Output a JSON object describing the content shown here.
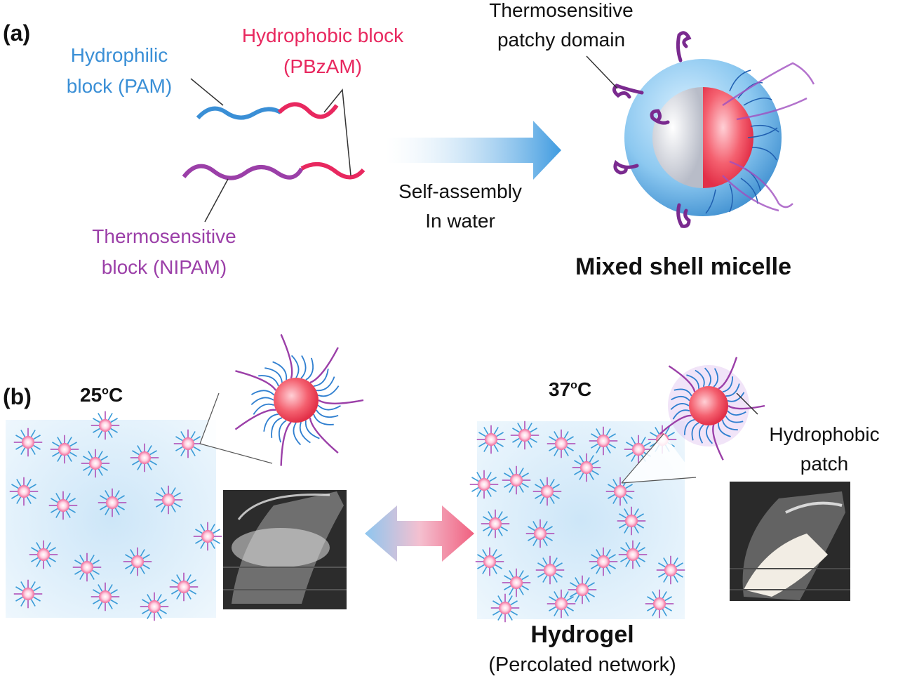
{
  "panel_a": {
    "label": "(a)",
    "hydrophilic_line1": "Hydrophilic",
    "hydrophilic_line2": "block (PAM)",
    "hydrophobic_line1": "Hydrophobic block",
    "hydrophobic_line2": "(PBzAM)",
    "thermo_block_line1": "Thermosensitive",
    "thermo_block_line2": "block (NIPAM)",
    "arrow_line1": "Self-assembly",
    "arrow_line2": "In water",
    "patchy_line1": "Thermosensitive",
    "patchy_line2": "patchy domain",
    "micelle_title": "Mixed shell micelle"
  },
  "panel_b": {
    "label": "(b)",
    "temp_low": "25",
    "temp_low_sup": "o",
    "temp_low_unit": "C",
    "temp_high": "37",
    "temp_high_sup": "o",
    "temp_high_unit": "C",
    "patch_line1": "Hydrophobic",
    "patch_line2": "patch",
    "gel_title": "Hydrogel",
    "gel_subtitle": "(Percolated network)"
  },
  "colors": {
    "hydrophilic": "#3a8fd6",
    "hydrophobic": "#e8285f",
    "thermosensitive": "#9b3fa8",
    "core": "#f0506a",
    "shell": "#7fc0ee"
  }
}
